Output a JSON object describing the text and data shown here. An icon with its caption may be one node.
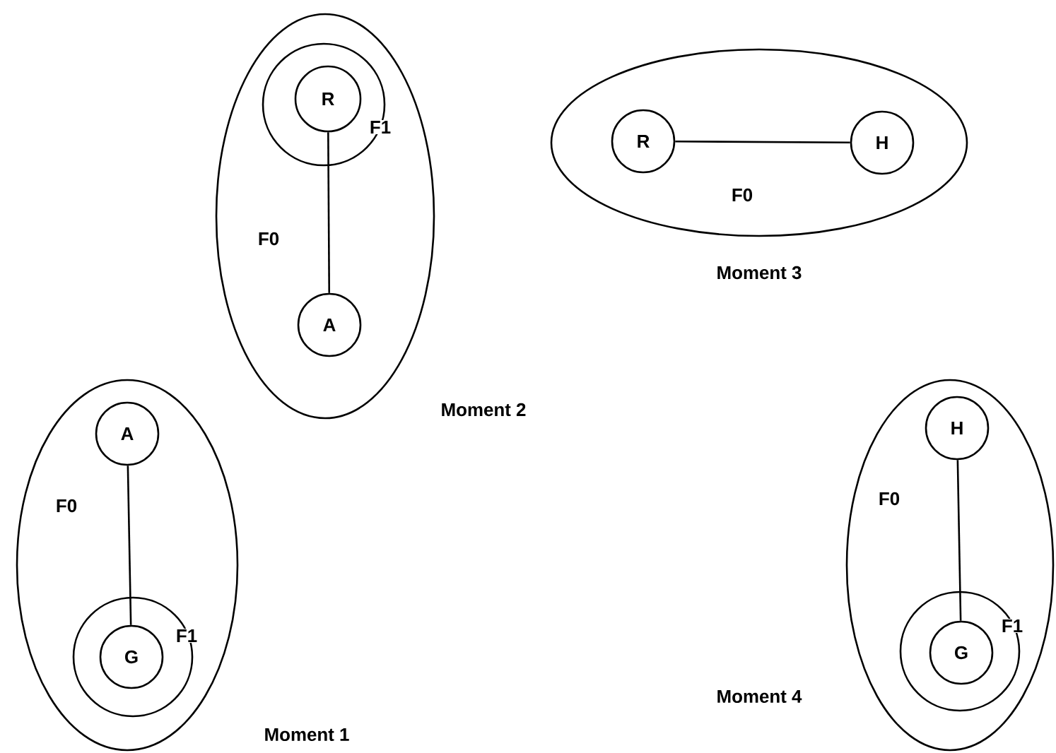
{
  "diagram": {
    "nodes": [
      {
        "text": [
          "F0"
        ],
        "beside": [
          "Moment 1"
        ]
      },
      {
        "text": [
          "A"
        ],
        "in": 0
      },
      {
        "text": [
          "F1"
        ],
        "in": 0
      },
      {
        "text": [
          "G"
        ],
        "in": 2
      },
      {
        "text": [
          "F0"
        ],
        "beside": [
          "Moment 2"
        ]
      },
      {
        "text": [
          "F1"
        ],
        "in": 4
      },
      {
        "text": [
          "R"
        ],
        "in": 5
      },
      {
        "text": [
          "A"
        ],
        "in": 4
      },
      {
        "text": [
          "F0"
        ],
        "beside": [
          "Moment 3"
        ]
      },
      {
        "text": [
          "R"
        ],
        "in": 8
      },
      {
        "text": [
          "H"
        ],
        "in": 8
      },
      {
        "text": [
          "F0"
        ],
        "beside": [
          "Moment 4"
        ]
      },
      {
        "text": [
          "H"
        ],
        "in": 11
      },
      {
        "text": [
          "F1"
        ],
        "in": 11
      },
      {
        "text": [
          "G"
        ],
        "in": 13
      }
    ],
    "edges": [
      {
        "from": 1,
        "to": 3,
        "arrow": "none"
      },
      {
        "from": 6,
        "to": 7,
        "arrow": "none"
      },
      {
        "from": 9,
        "to": 10,
        "arrow": "none"
      },
      {
        "from": 12,
        "to": 14,
        "arrow": "none"
      }
    ]
  }
}
